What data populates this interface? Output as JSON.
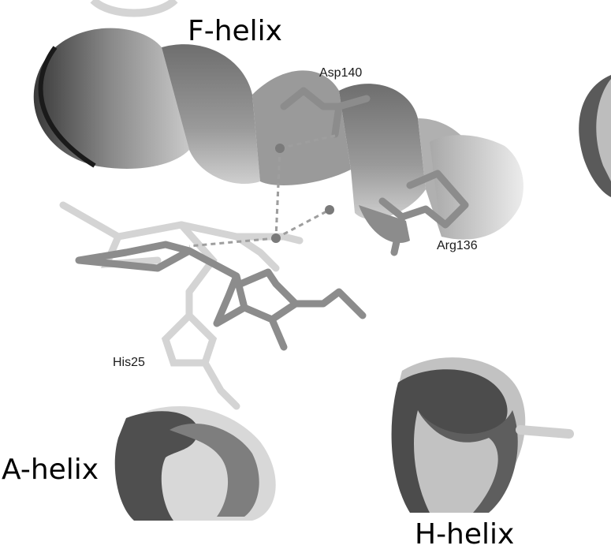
{
  "labels": {
    "f_helix": "F-helix",
    "a_helix": "A-helix",
    "h_helix": "H-helix",
    "asp": "Asp140",
    "arg": "Arg136",
    "his": "His25"
  },
  "colors": {
    "background": "#ffffff",
    "ribbon_dark": "#4a4a4a",
    "ribbon_mid": "#8a8a8a",
    "ribbon_light": "#c8c8c8",
    "sticks": "#8c8c8c",
    "sticks_light": "#d2d2d2",
    "water": "#7a7a7a"
  }
}
